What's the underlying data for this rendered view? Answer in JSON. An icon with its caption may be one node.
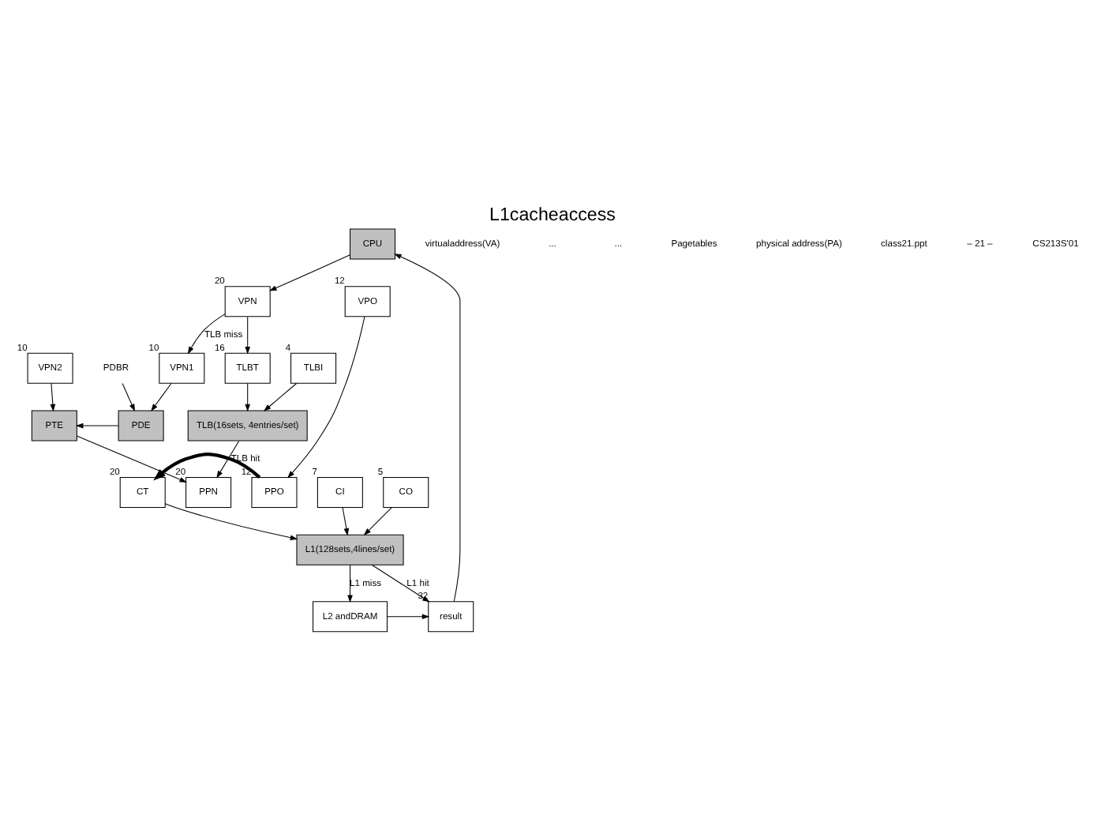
{
  "diagram": {
    "title": "L1cacheaccess",
    "nodes": [
      {
        "text": [
          "CPU"
        ]
      },
      {
        "text": [
          "VPN"
        ],
        "beside": [
          "20"
        ]
      },
      {
        "text": [
          "VPO"
        ],
        "beside": [
          "12"
        ]
      },
      {
        "text": [
          "TLBT"
        ],
        "beside": [
          "16"
        ]
      },
      {
        "text": [
          "TLBI"
        ],
        "beside": [
          "4"
        ]
      },
      {
        "text": [
          "TLB(16sets, 4entries/set)"
        ]
      },
      {
        "text": [
          "VPN1"
        ],
        "beside": [
          "10"
        ]
      },
      {
        "text": [
          "VPN2"
        ],
        "beside": [
          "10"
        ]
      },
      {
        "text": [
          "PDE"
        ]
      },
      {
        "text": [
          "PTE"
        ]
      },
      {
        "text": [
          "PPN"
        ],
        "beside": [
          "20"
        ]
      },
      {
        "text": [
          "PPO"
        ],
        "beside": [
          "12"
        ]
      },
      {
        "text": [
          "CT"
        ],
        "beside": [
          "20"
        ]
      },
      {
        "text": [
          "CI"
        ],
        "beside": [
          "7"
        ]
      },
      {
        "text": [
          "CO"
        ],
        "beside": [
          "5"
        ]
      },
      {
        "text": [
          "L1(128sets,4lines/set)"
        ]
      },
      {
        "text": [
          "result"
        ],
        "beside": [
          "32"
        ]
      },
      {
        "text": [
          "L2 andDRAM"
        ]
      },
      {
        "text": [
          "PDBR"
        ]
      }
    ],
    "edges": [
      {
        "from": 0,
        "to": 1,
        "arrow": "to"
      },
      {
        "from": 1,
        "to": 3,
        "arrow": "to"
      },
      {
        "from": 3,
        "to": 5,
        "arrow": "to"
      },
      {
        "from": 4,
        "to": 5,
        "arrow": "to"
      },
      {
        "from": 5,
        "to": 10,
        "arrow": "to",
        "label": "TLB hit"
      },
      {
        "from": 1,
        "to": 6,
        "arrow": "to",
        "label": "TLB miss"
      },
      {
        "from": 6,
        "to": 8,
        "arrow": "to"
      },
      {
        "from": 7,
        "to": 9,
        "arrow": "to"
      },
      {
        "from": 8,
        "to": 9,
        "arrow": "to"
      },
      {
        "from": 9,
        "to": 10,
        "arrow": "to"
      },
      {
        "from": 2,
        "to": 11,
        "arrow": "to"
      },
      {
        "from": 11,
        "to": 12,
        "arrow": "to",
        "style": "thick"
      },
      {
        "from": 12,
        "to": 15,
        "arrow": "to"
      },
      {
        "from": 13,
        "to": 15,
        "arrow": "to"
      },
      {
        "from": 14,
        "to": 15,
        "arrow": "to"
      },
      {
        "from": 15,
        "to": 16,
        "arrow": "to",
        "label": "L1 hit"
      },
      {
        "from": 15,
        "to": 17,
        "arrow": "to",
        "label": "L1 miss"
      },
      {
        "from": 17,
        "to": 16,
        "arrow": "to"
      },
      {
        "from": 16,
        "to": 0,
        "arrow": "to"
      },
      {
        "from": 18,
        "to": 8,
        "arrow": "to"
      }
    ],
    "labels": [
      "virtualaddress(VA)",
      "...",
      "...",
      "Pagetables",
      "physical address(PA)",
      "class21.ppt",
      "– 21 –",
      "CS213S'01"
    ]
  }
}
